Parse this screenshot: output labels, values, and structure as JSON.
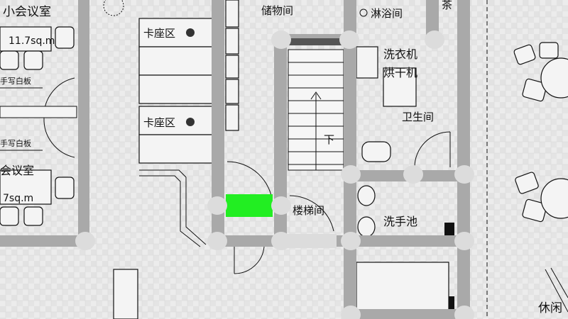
{
  "rooms": {
    "small_meeting": "小会议室",
    "small_meeting_area": "11.7sq.m",
    "whiteboard_top": "手写白板",
    "whiteboard_bottom": "手写白板",
    "meeting": "会议室",
    "meeting_area": "7sq.m",
    "booth_1": "卡座区",
    "booth_2": "卡座区",
    "storage": "储物间",
    "shower": "淋浴间",
    "washer_1": "洗衣机",
    "washer_2": "烘干机",
    "toilet": "卫生间",
    "stairwell": "楼梯间",
    "stair_down": "下",
    "wash_basin": "洗手池",
    "lounge_partial": "休闲",
    "top_right_partial": "茶"
  },
  "colors": {
    "wall": "#a9a9a9",
    "node": "#dcdcdc",
    "highlight": "#22ee22",
    "background": "#e8e8e8"
  }
}
